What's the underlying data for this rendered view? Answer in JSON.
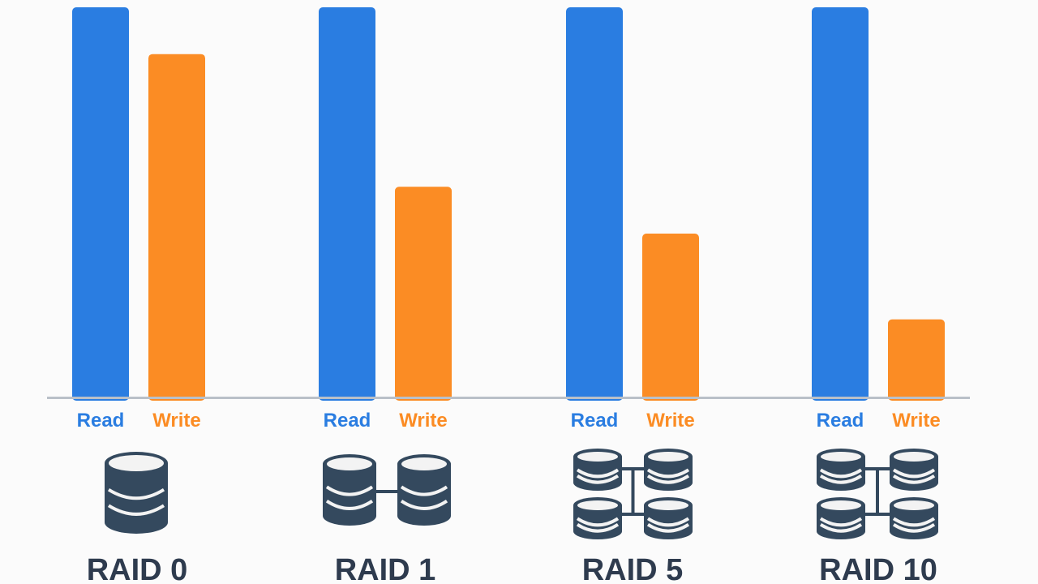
{
  "chart_data": {
    "type": "bar",
    "title": "",
    "xlabel": "",
    "ylabel": "",
    "ylim": [
      0,
      100
    ],
    "grid": false,
    "categories": [
      "RAID 0",
      "RAID 1",
      "RAID 5",
      "RAID 10"
    ],
    "category_icons": [
      "single-disk-icon",
      "mirrored-disks-icon",
      "four-disk-array-icon",
      "four-disk-array-icon"
    ],
    "series": [
      {
        "name": "Read",
        "color": "#2a7de1",
        "values": [
          100,
          100,
          100,
          100
        ]
      },
      {
        "name": "Write",
        "color": "#fb8c24",
        "values": [
          88,
          54,
          42,
          20
        ]
      }
    ],
    "colors": {
      "baseline": "#b9c0c8",
      "icon": "#34495e",
      "category_text": "#2e3b4e"
    }
  }
}
